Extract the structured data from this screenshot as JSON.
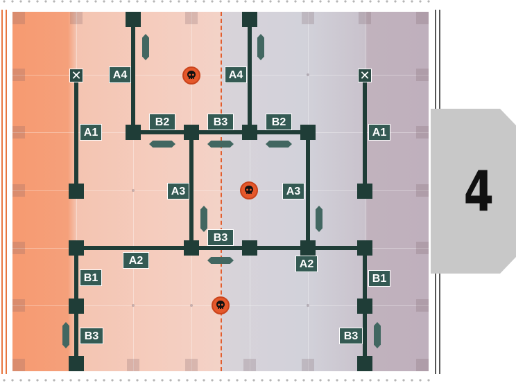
{
  "map": {
    "level_number": "4",
    "labels": {
      "a4_left": "A4",
      "a4_right": "A4",
      "b2_left": "B2",
      "b3_top": "B3",
      "b2_right": "B2",
      "a1_left": "A1",
      "a1_right": "A1",
      "a3_left": "A3",
      "a3_right": "A3",
      "b3_mid": "B3",
      "a2_left": "A2",
      "a2_right": "A2",
      "b1_left": "B1",
      "b1_right": "B1",
      "b3_left": "B3",
      "b3_right": "B3"
    },
    "hazard_icon": "skull-icon",
    "blocked_node_icon": "cross-icon",
    "colors": {
      "wall": "#1f3d37",
      "label_bg": "#345a53",
      "left_zone": "#f69a70",
      "right_zone": "#bfb0bd",
      "hazard": "#e5582b"
    }
  }
}
